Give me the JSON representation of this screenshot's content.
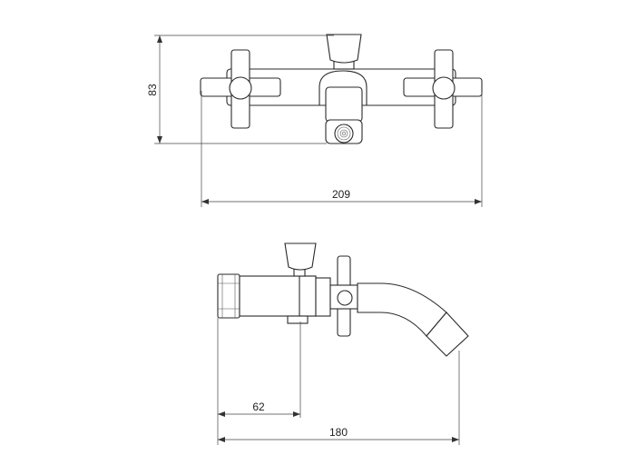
{
  "dimensions": {
    "height": "83",
    "width_front": "209",
    "depth_body": "62",
    "depth_total": "180"
  }
}
